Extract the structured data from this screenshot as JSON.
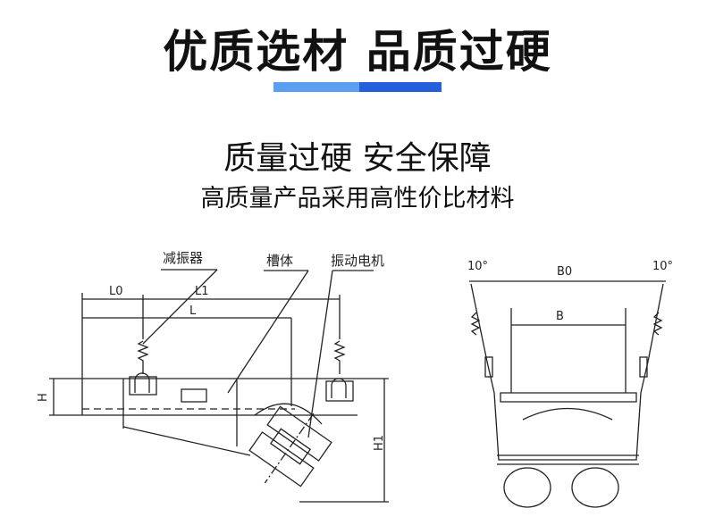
{
  "header": {
    "title": "优质选材 品质过硬",
    "accent_colors": [
      "#5a9ff0",
      "#2460dc"
    ]
  },
  "section": {
    "subtitle": "质量过硬 安全保障",
    "description": "高质量产品采用高性价比材料"
  },
  "side_view": {
    "labels": {
      "damper": "减振器",
      "trough": "槽体",
      "motor": "振动电机"
    },
    "dimensions": {
      "l0": "L0",
      "l1": "L1",
      "l": "L",
      "h": "H",
      "h1": "H1"
    }
  },
  "end_view": {
    "dimensions": {
      "angle_left": "10°",
      "b0": "B0",
      "b": "B",
      "angle_right": "10°"
    }
  }
}
